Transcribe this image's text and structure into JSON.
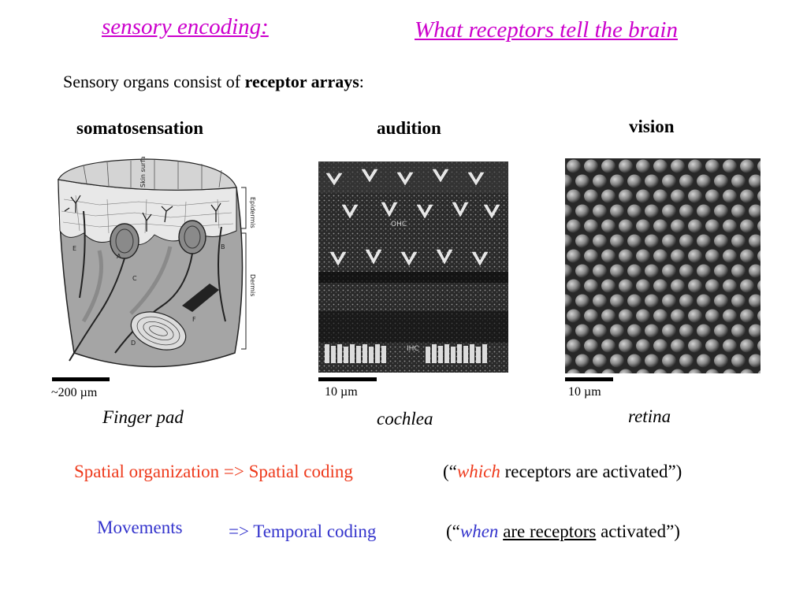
{
  "header": {
    "left_title": "sensory encoding:",
    "right_title": "What receptors tell the brain"
  },
  "intro": {
    "prefix": "Sensory organs consist of ",
    "bold": "receptor arrays",
    "suffix": ":"
  },
  "columns": [
    {
      "heading": "somatosensation",
      "image_icon": "skin-cross-section-diagram",
      "image_labels": [
        "Skin surface",
        "Epidermis",
        "Dermis",
        "A",
        "B",
        "C",
        "D",
        "E",
        "F"
      ],
      "scale_label": "~200 µm",
      "caption": "Finger pad"
    },
    {
      "heading": "audition",
      "image_icon": "cochlea-hair-cell-micrograph",
      "image_labels": [
        "OHC",
        "IHC"
      ],
      "scale_label": "10 µm",
      "caption": "cochlea"
    },
    {
      "heading": "vision",
      "image_icon": "retina-photoreceptor-mosaic",
      "scale_label": "10 µm",
      "caption": "retina"
    }
  ],
  "spatial": {
    "left": "Spatial organization => Spatial coding",
    "open": "(“",
    "italic": "which",
    "rest": " receptors are activated”)"
  },
  "temporal": {
    "movements": "Movements",
    "coding": "=> Temporal coding",
    "open": "(“",
    "italic": "when",
    "space": " ",
    "underlined": "are receptors",
    "rest": " activated”)"
  }
}
